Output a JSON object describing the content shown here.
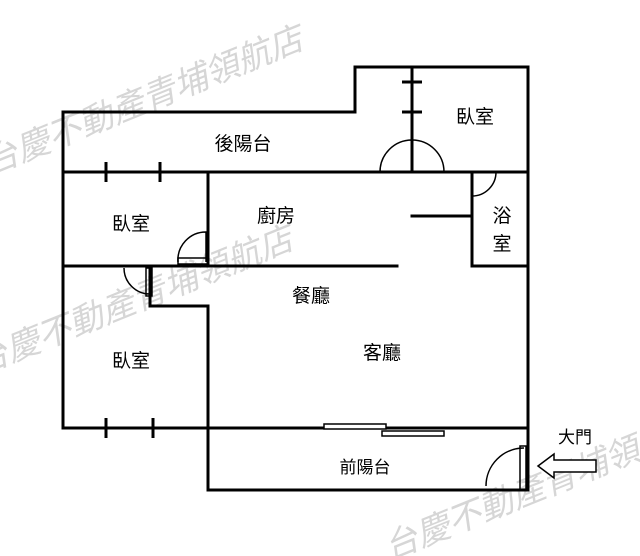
{
  "rooms": {
    "back_balcony": "後陽台",
    "bedroom_top_right": "臥室",
    "bedroom_left_top": "臥室",
    "kitchen": "廚房",
    "bathroom_line1": "浴",
    "bathroom_line2": "室",
    "dining_room": "餐廳",
    "bedroom_left_bottom": "臥室",
    "living_room": "客廳",
    "front_balcony": "前陽台",
    "main_door": "大門"
  },
  "watermark": "台慶不動產青埔領航店",
  "colors": {
    "wall": "#000000",
    "watermark": "#d6d6d6",
    "background": "#ffffff"
  }
}
